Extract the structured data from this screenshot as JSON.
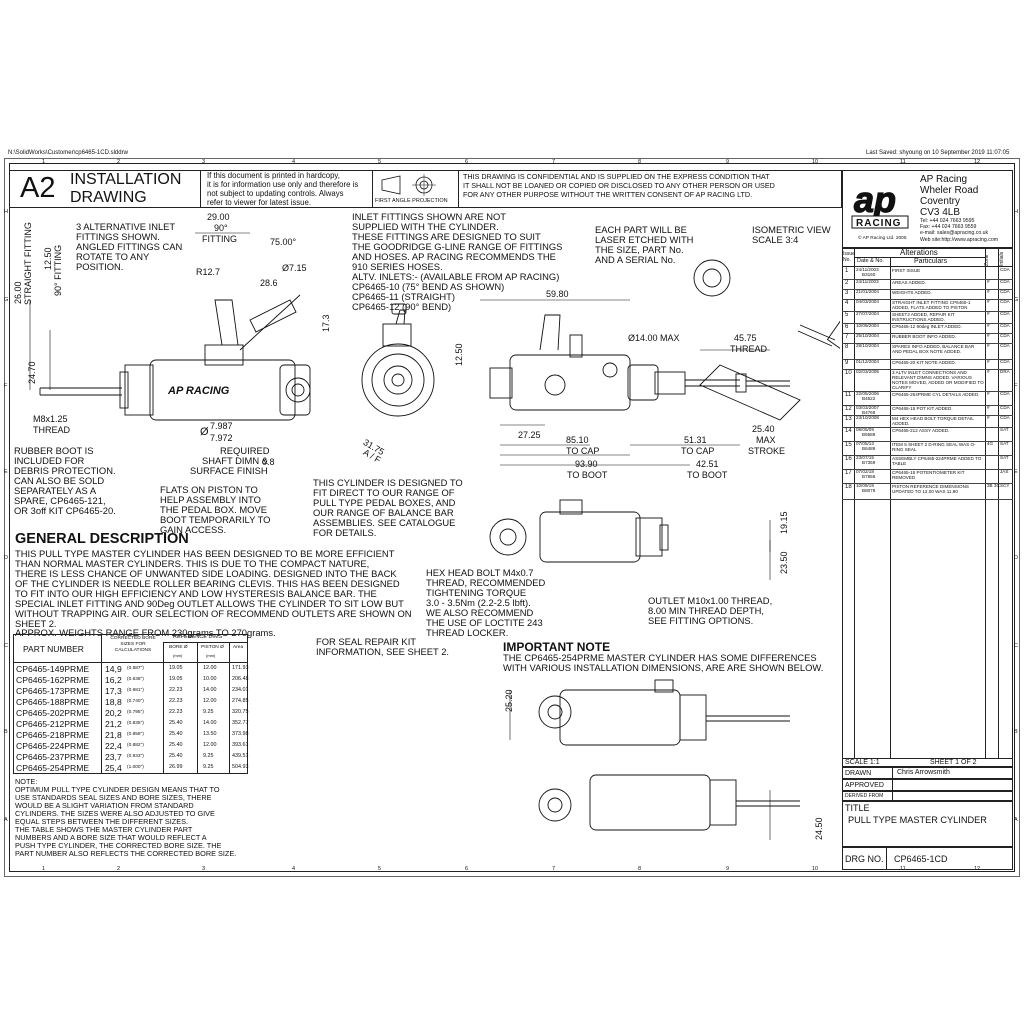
{
  "header": {
    "file_path": "N:\\SolidWorks\\Customer\\cp6465-1CD.slddrw",
    "last_saved": "Last Saved: shyoung on 10 September 2019 11:07:05"
  },
  "title_block_top": {
    "size": "A2",
    "drawing_type_1": "INSTALLATION",
    "drawing_type_2": "DRAWING",
    "hardcopy_note": [
      "If this document is printed in hardcopy,",
      "it is for information use only and therefore is",
      "not subject to updating controls. Always",
      "refer to viewer for latest issue."
    ],
    "projection": "FIRST ANGLE PROJECTION",
    "confidential": [
      "THIS DRAWING IS CONFIDENTIAL AND IS SUPPLIED ON THE EXPRESS CONDITION THAT",
      "IT SHALL NOT BE LOANED OR COPIED OR DISCLOSED TO ANY OTHER PERSON OR USED",
      "FOR ANY OTHER PURPOSE WITHOUT THE WRITTEN CONSENT OF AP RACING LTD."
    ]
  },
  "company": {
    "logo_text": "RACING",
    "address": [
      "AP Racing",
      "Wheler Road",
      "Coventry",
      "CV3 4LB"
    ],
    "copyright": "© AP Racing Ltd. 2005",
    "contact": [
      "Tel:    +44 024 7663 9595",
      "Fax:  +44 024 7663 9559",
      "e-mail: sales@apracing.co.uk",
      "Web site:http://www.apracing.com"
    ]
  },
  "grid_cols": [
    "1",
    "2",
    "3",
    "4",
    "5",
    "6",
    "7",
    "8",
    "9",
    "10",
    "11",
    "12"
  ],
  "grid_rows": [
    "H",
    "G",
    "F",
    "E",
    "D",
    "C",
    "B",
    "A"
  ],
  "alterations": {
    "title": "Alterations",
    "col_issue": "Issue No.",
    "col_date": "Date & No.",
    "col_particulars": "Particulars",
    "col_zone": "Zone",
    "col_initials": "Initials",
    "rows": [
      {
        "issue": "1",
        "date": "24/11/2003",
        "no": "B3160",
        "text": "FIRST ISSUE",
        "zone": "",
        "init": "CDA"
      },
      {
        "issue": "2",
        "date": "24/11/2003",
        "no": "",
        "text": "AREAS ADDED.",
        "zone": "#",
        "init": "CDA"
      },
      {
        "issue": "3",
        "date": "21/01/2004",
        "no": "",
        "text": "WEIGHTS ADDED.",
        "zone": "#",
        "init": "CDA"
      },
      {
        "issue": "4",
        "date": "04/03/2004",
        "no": "",
        "text": "STRAIGHT INLET FITTING CP6465-1 ADDED, FLATS ADDED TO PISTON",
        "zone": "#",
        "init": "CDA"
      },
      {
        "issue": "5",
        "date": "27/07/2004",
        "no": "",
        "text": "SHEET2 ADDED, REPAIR KIT INSTRUCTIONS ADDED.",
        "zone": "#",
        "init": "CDA"
      },
      {
        "issue": "6",
        "date": "10/09/2004",
        "no": "",
        "text": "CP6465-12 90deg INLET ADDED.",
        "zone": "#",
        "init": "CDA"
      },
      {
        "issue": "7",
        "date": "25/10/2004",
        "no": "",
        "text": "RUBBER BOOT INFO ADDED.",
        "zone": "#",
        "init": "CDA"
      },
      {
        "issue": "8",
        "date": "28/10/2004",
        "no": "",
        "text": "SPARES INFO ADDED, BALANCE BAR AND PEDAL BOX NOTE ADDED.",
        "zone": "#",
        "init": "CDA"
      },
      {
        "issue": "9",
        "date": "01/12/2004",
        "no": "",
        "text": "CP6465-20 KIT NOTE ADDED.",
        "zone": "#",
        "init": "CDA"
      },
      {
        "issue": "10",
        "date": "02/03/2005",
        "no": "",
        "text": "3 ALTV INLET CONNECTIONS AND RELEVANT DIMNS ADDED. VARIOUS NOTES MOVED, ADDED OR MODIFIED TO CLARIFY",
        "zone": "#",
        "init": "DRA"
      },
      {
        "issue": "11",
        "date": "22/05/2006",
        "no": "B4522",
        "text": "CP6465-254PRME CYL DETAILS ADDED.",
        "zone": "#",
        "init": "CDA"
      },
      {
        "issue": "12",
        "date": "03/03/2007",
        "no": "B4768",
        "text": "CP6465-15 POT KIT ADDED.",
        "zone": "#",
        "init": "CDA"
      },
      {
        "issue": "13",
        "date": "23/10/2008",
        "no": "",
        "text": "M4 HEX HEAD BOLT TORQUE DETAIL ADDED.",
        "zone": "#",
        "init": "CDA"
      },
      {
        "issue": "14",
        "date": "08/05/09",
        "no": "B5588",
        "text": "CP6465-212 ASSY ADDED.",
        "zone": "",
        "init": "SAT"
      },
      {
        "issue": "15",
        "date": "07/05/13",
        "no": "B6489",
        "text": "ITEM 5 SHEET 2 D-RING SEAL WAS O-RING SEAL",
        "zone": "4G",
        "init": "SAT"
      },
      {
        "issue": "16",
        "date": "23/07/15",
        "no": "B7359",
        "text": "ASSEMBLY CP6465-224PRME ADDED TO TABLE",
        "zone": "",
        "init": "SAT"
      },
      {
        "issue": "17",
        "date": "07/02/18",
        "no": "B7856",
        "text": "CP6465-15 POTENTIOMETER KIT REMOVED",
        "zone": "",
        "init": "JAS"
      },
      {
        "issue": "18",
        "date": "10/09/19",
        "no": "B8078",
        "text": "PISTON REFERENCE DIMENSIONS UPDATED TO 12.00 WAS 11.90",
        "zone": "3B 3C",
        "init": "SCY"
      }
    ]
  },
  "bottom_block": {
    "scale": "SCALE  1:1",
    "sheet": "SHEET  1  OF  2",
    "drawn_label": "DRAWN",
    "drawn_value": "Chris Arrowsmith",
    "approved_label": "APPROVED",
    "derived_label": "DERIVED FROM",
    "title_label": "TITLE",
    "title_value": "PULL TYPE MASTER CYLINDER",
    "drg_label": "DRG NO.",
    "drg_value": "CP6465-1CD"
  },
  "notes": {
    "inlet_alt": [
      "3 ALTERNATIVE INLET",
      "FITTINGS SHOWN.",
      "ANGLED FITTINGS CAN",
      "ROTATE TO ANY",
      "POSITION."
    ],
    "inlet_fittings": [
      "INLET FITTINGS SHOWN           ARE NOT",
      "SUPPLIED WITH THE CYLINDER.",
      "THESE FITTINGS ARE DESIGNED TO SUIT",
      "THE GOODRIDGE G-LINE RANGE OF FITTINGS",
      "AND HOSES. AP RACING RECOMMENDS THE",
      "910 SERIES HOSES.",
      "ALTV. INLETS:- (AVAILABLE FROM AP RACING)",
      "CP6465-10 (75° BEND AS SHOWN)",
      "CP6465-11 (STRAIGHT)",
      "CP6465-12 (90° BEND)"
    ],
    "laser": [
      "EACH PART WILL BE",
      "LASER ETCHED WITH",
      "THE SIZE, PART No.",
      "AND A SERIAL No."
    ],
    "iso": [
      "ISOMETRIC VIEW",
      "SCALE 3:4"
    ],
    "rubber_boot": [
      "RUBBER BOOT IS",
      "INCLUDED FOR",
      "DEBRIS PROTECTION.",
      "CAN ALSO BE SOLD",
      "SEPARATELY AS A",
      "SPARE, CP6465-121,",
      "OR 3off KIT CP6465-20."
    ],
    "flats": [
      "FLATS ON PISTON TO",
      "HELP ASSEMBLY INTO",
      "THE PEDAL BOX. MOVE",
      "BOOT TEMPORARILY TO",
      "GAIN ACCESS."
    ],
    "fit_direct": [
      "THIS CYLINDER IS DESIGNED TO",
      "FIT DIRECT TO OUR RANGE OF",
      "PULL TYPE PEDAL BOXES, AND",
      "OUR RANGE OF BALANCE BAR",
      "ASSEMBLIES. SEE CATALOGUE",
      "FOR DETAILS."
    ],
    "required": [
      "REQUIRED",
      "SHAFT DIMN &",
      "SURFACE FINISH"
    ],
    "hex_bolt": [
      "HEX HEAD BOLT M4x0.7",
      "THREAD, RECOMMENDED",
      "TIGHTENING TORQUE",
      "3.0 - 3.5Nm (2.2-2.5 lbft).",
      "WE ALSO RECOMMEND",
      "THE USE OF LOCTITE 243",
      "THREAD LOCKER."
    ],
    "outlet": [
      "OUTLET M10x1.00 THREAD,",
      "8.00 MIN THREAD DEPTH,",
      "SEE FITTING OPTIONS."
    ],
    "seal_repair": [
      "FOR SEAL REPAIR KIT",
      "INFORMATION, SEE SHEET 2."
    ],
    "important_title": "IMPORTANT NOTE",
    "important_body": [
      "THE CP6465-254PRME MASTER CYLINDER HAS SOME DIFFERENCES",
      "WITH VARIOUS INSTALLATION DIMENSIONS, ARE ARE SHOWN BELOW."
    ],
    "footnote_1": [
      "NOTE:",
      "OPTIMUM PULL TYPE CYLINDER DESIGN MEANS THAT TO",
      "USE STANDARDS SEAL SIZES AND BORE SIZES, THERE",
      "WOULD BE A SLIGHT VARIATION FROM STANDARD",
      "CYLINDERS. THE SIZES WERE ALSO ADJUSTED TO GIVE",
      "EQUAL STEPS BETWEEN THE DIFFERENT SIZES."
    ],
    "footnote_2": [
      "THE TABLE SHOWS THE MASTER CYLINDER PART",
      "NUMBERS AND A BORE SIZE THAT WOULD REFLECT A",
      "PUSH TYPE CYLINDER, THE CORRECTED BORE SIZE. THE",
      "PART NUMBER ALSO REFLECTS THE CORRECTED BORE SIZE."
    ]
  },
  "general_description": {
    "title": "GENERAL DESCRIPTION",
    "body": [
      "THIS PULL TYPE  MASTER CYLINDER HAS BEEN DESIGNED TO BE MORE EFFICIENT",
      "THAN NORMAL MASTER CYLINDERS. THIS IS DUE TO THE COMPACT NATURE,",
      "THERE IS LESS CHANCE OF UNWANTED SIDE LOADING. DESIGNED INTO THE BACK",
      "OF THE CYLINDER IS NEEDLE ROLLER BEARING CLEVIS. THIS HAS BEEN DESIGNED",
      "TO FIT INTO OUR HIGH EFFICIENCY AND LOW HYSTERESIS BALANCE BAR. THE",
      "SPECIAL INLET FITTING AND 90Deg OUTLET ALLOWS THE CYLINDER TO SIT LOW BUT",
      "WITHOUT TRAPPING AIR. OUR SELECTION OF RECOMMEND OUTLETS ARE SHOWN ON",
      "SHEET 2."
    ],
    "weights": "APPROX. WEIGHTS RANGE FROM 230grams TO 270grams."
  },
  "part_table": {
    "h_part": "PART NUMBER",
    "h_bore": "CORRECTED BORE SIZES FOR CALCULATIONS",
    "h_ref": "REFERENCE DIMS",
    "h_bore_d": "BORE Ø",
    "h_piston_d": "PISTON Ø",
    "h_area": "Area",
    "h_mm": "(mm)",
    "rows": [
      {
        "part": "CP6465-149PRME",
        "bore": "14,9",
        "inch": "(0.587\")",
        "bd": "19.05",
        "pd": "12.00",
        "area": "171.93"
      },
      {
        "part": "CP6465-162PRME",
        "bore": "16,2",
        "inch": "(0.638\")",
        "bd": "19.05",
        "pd": "10.00",
        "area": "206.48"
      },
      {
        "part": "CP6465-173PRME",
        "bore": "17,3",
        "inch": "(0.681\")",
        "bd": "22.23",
        "pd": "14.00",
        "area": "234.01"
      },
      {
        "part": "CP6465-188PRME",
        "bore": "18,8",
        "inch": "(0.740\")",
        "bd": "22.23",
        "pd": "12.00",
        "area": "274.85"
      },
      {
        "part": "CP6465-202PRME",
        "bore": "20,2",
        "inch": "(0.795\")",
        "bd": "22.23",
        "pd": "9.25",
        "area": "320.75"
      },
      {
        "part": "CP6465-212PRME",
        "bore": "21,2",
        "inch": "(0.835\")",
        "bd": "25.40",
        "pd": "14.00",
        "area": "352.77"
      },
      {
        "part": "CP6465-218PRME",
        "bore": "21,8",
        "inch": "(0.858\")",
        "bd": "25.40",
        "pd": "13.50",
        "area": "373.98"
      },
      {
        "part": "CP6465-224PRME",
        "bore": "22,4",
        "inch": "(0.882\")",
        "bd": "25.40",
        "pd": "12.00",
        "area": "393.61"
      },
      {
        "part": "CP6465-237PRME",
        "bore": "23,7",
        "inch": "(0.933\")",
        "bd": "25.40",
        "pd": "9.25",
        "area": "439.51"
      },
      {
        "part": "CP6465-254PRME",
        "bore": "25,4",
        "inch": "(1.000\")",
        "bd": "26.99",
        "pd": "9.25",
        "area": "504.93"
      }
    ]
  },
  "dims": {
    "d29": "29.00",
    "d90": "90°",
    "fitting": "FITTING",
    "d75": "75.00°",
    "r127": "R12.7",
    "d715": "Ø7.15",
    "d286": "28.6",
    "d173": "17.3",
    "d26": "26.00",
    "straight": "STRAIGHT FITTING",
    "d1250": "12.50",
    "ninety_fit": "90° FITTING",
    "d2470": "24.70",
    "m8": "M8x1.25",
    "thread": "THREAD",
    "apracing": "AP RACING",
    "d7987": "7.987",
    "d7972": "7.972",
    "phi": "Ø",
    "d08": "0.8",
    "d3175": "31.75",
    "af": "A / F",
    "d1250b": "12.50",
    "d5980": "59.80",
    "d14max": "Ø14.00 MAX",
    "d4575": "45.75",
    "thread2": "THREAD",
    "d2725": "27.25",
    "d8510": "85.10",
    "tocap": "TO CAP",
    "d5131": "51.31",
    "tocap2": "TO CAP",
    "d2540": "25.40",
    "max": "MAX",
    "stroke": "STROKE",
    "d9390": "93.90",
    "toboot": "TO BOOT",
    "d4251": "42.51",
    "toboot2": "TO BOOT",
    "d1915": "19.15",
    "d2350": "23.50",
    "d2520": "25.20",
    "d2450": "24.50"
  }
}
